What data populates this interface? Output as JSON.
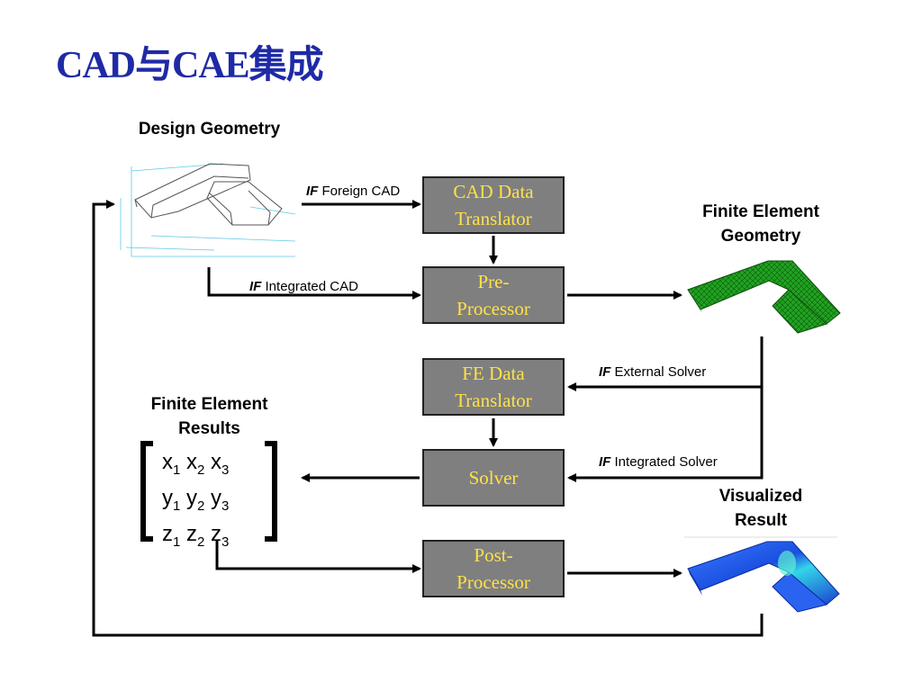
{
  "title": "CAD与CAE集成",
  "labels": {
    "design_geometry": "Design Geometry",
    "fe_geometry": "Finite Element\nGeometry",
    "fe_results": "Finite Element\nResults",
    "visualized_result": "Visualized\nResult"
  },
  "boxes": {
    "cad_translator": "CAD Data\nTranslator",
    "pre_processor": "Pre-\nProcessor",
    "fe_translator": "FE Data\nTranslator",
    "solver": "Solver",
    "post_processor": "Post-\nProcessor"
  },
  "conditions": {
    "foreign_cad": {
      "if": "IF",
      "text": "Foreign CAD"
    },
    "integrated_cad": {
      "if": "IF",
      "text": "Integrated CAD"
    },
    "external_solver": {
      "if": "IF",
      "text": "External Solver"
    },
    "integrated_solver": {
      "if": "IF",
      "text": "Integrated Solver"
    }
  },
  "matrix": {
    "rows": [
      [
        {
          "v": "x",
          "s": "1"
        },
        {
          "v": "x",
          "s": "2"
        },
        {
          "v": "x",
          "s": "3"
        }
      ],
      [
        {
          "v": "y",
          "s": "1"
        },
        {
          "v": "y",
          "s": "2"
        },
        {
          "v": "y",
          "s": "3"
        }
      ],
      [
        {
          "v": "z",
          "s": "1"
        },
        {
          "v": "z",
          "s": "2"
        },
        {
          "v": "z",
          "s": "3"
        }
      ]
    ]
  },
  "colors": {
    "title": "#1f2aa6",
    "box_fill": "#7f7f7f",
    "box_text": "#ffe14a",
    "mesh_green": "#1f9a1f",
    "result_blue": "#1b4fe0"
  }
}
